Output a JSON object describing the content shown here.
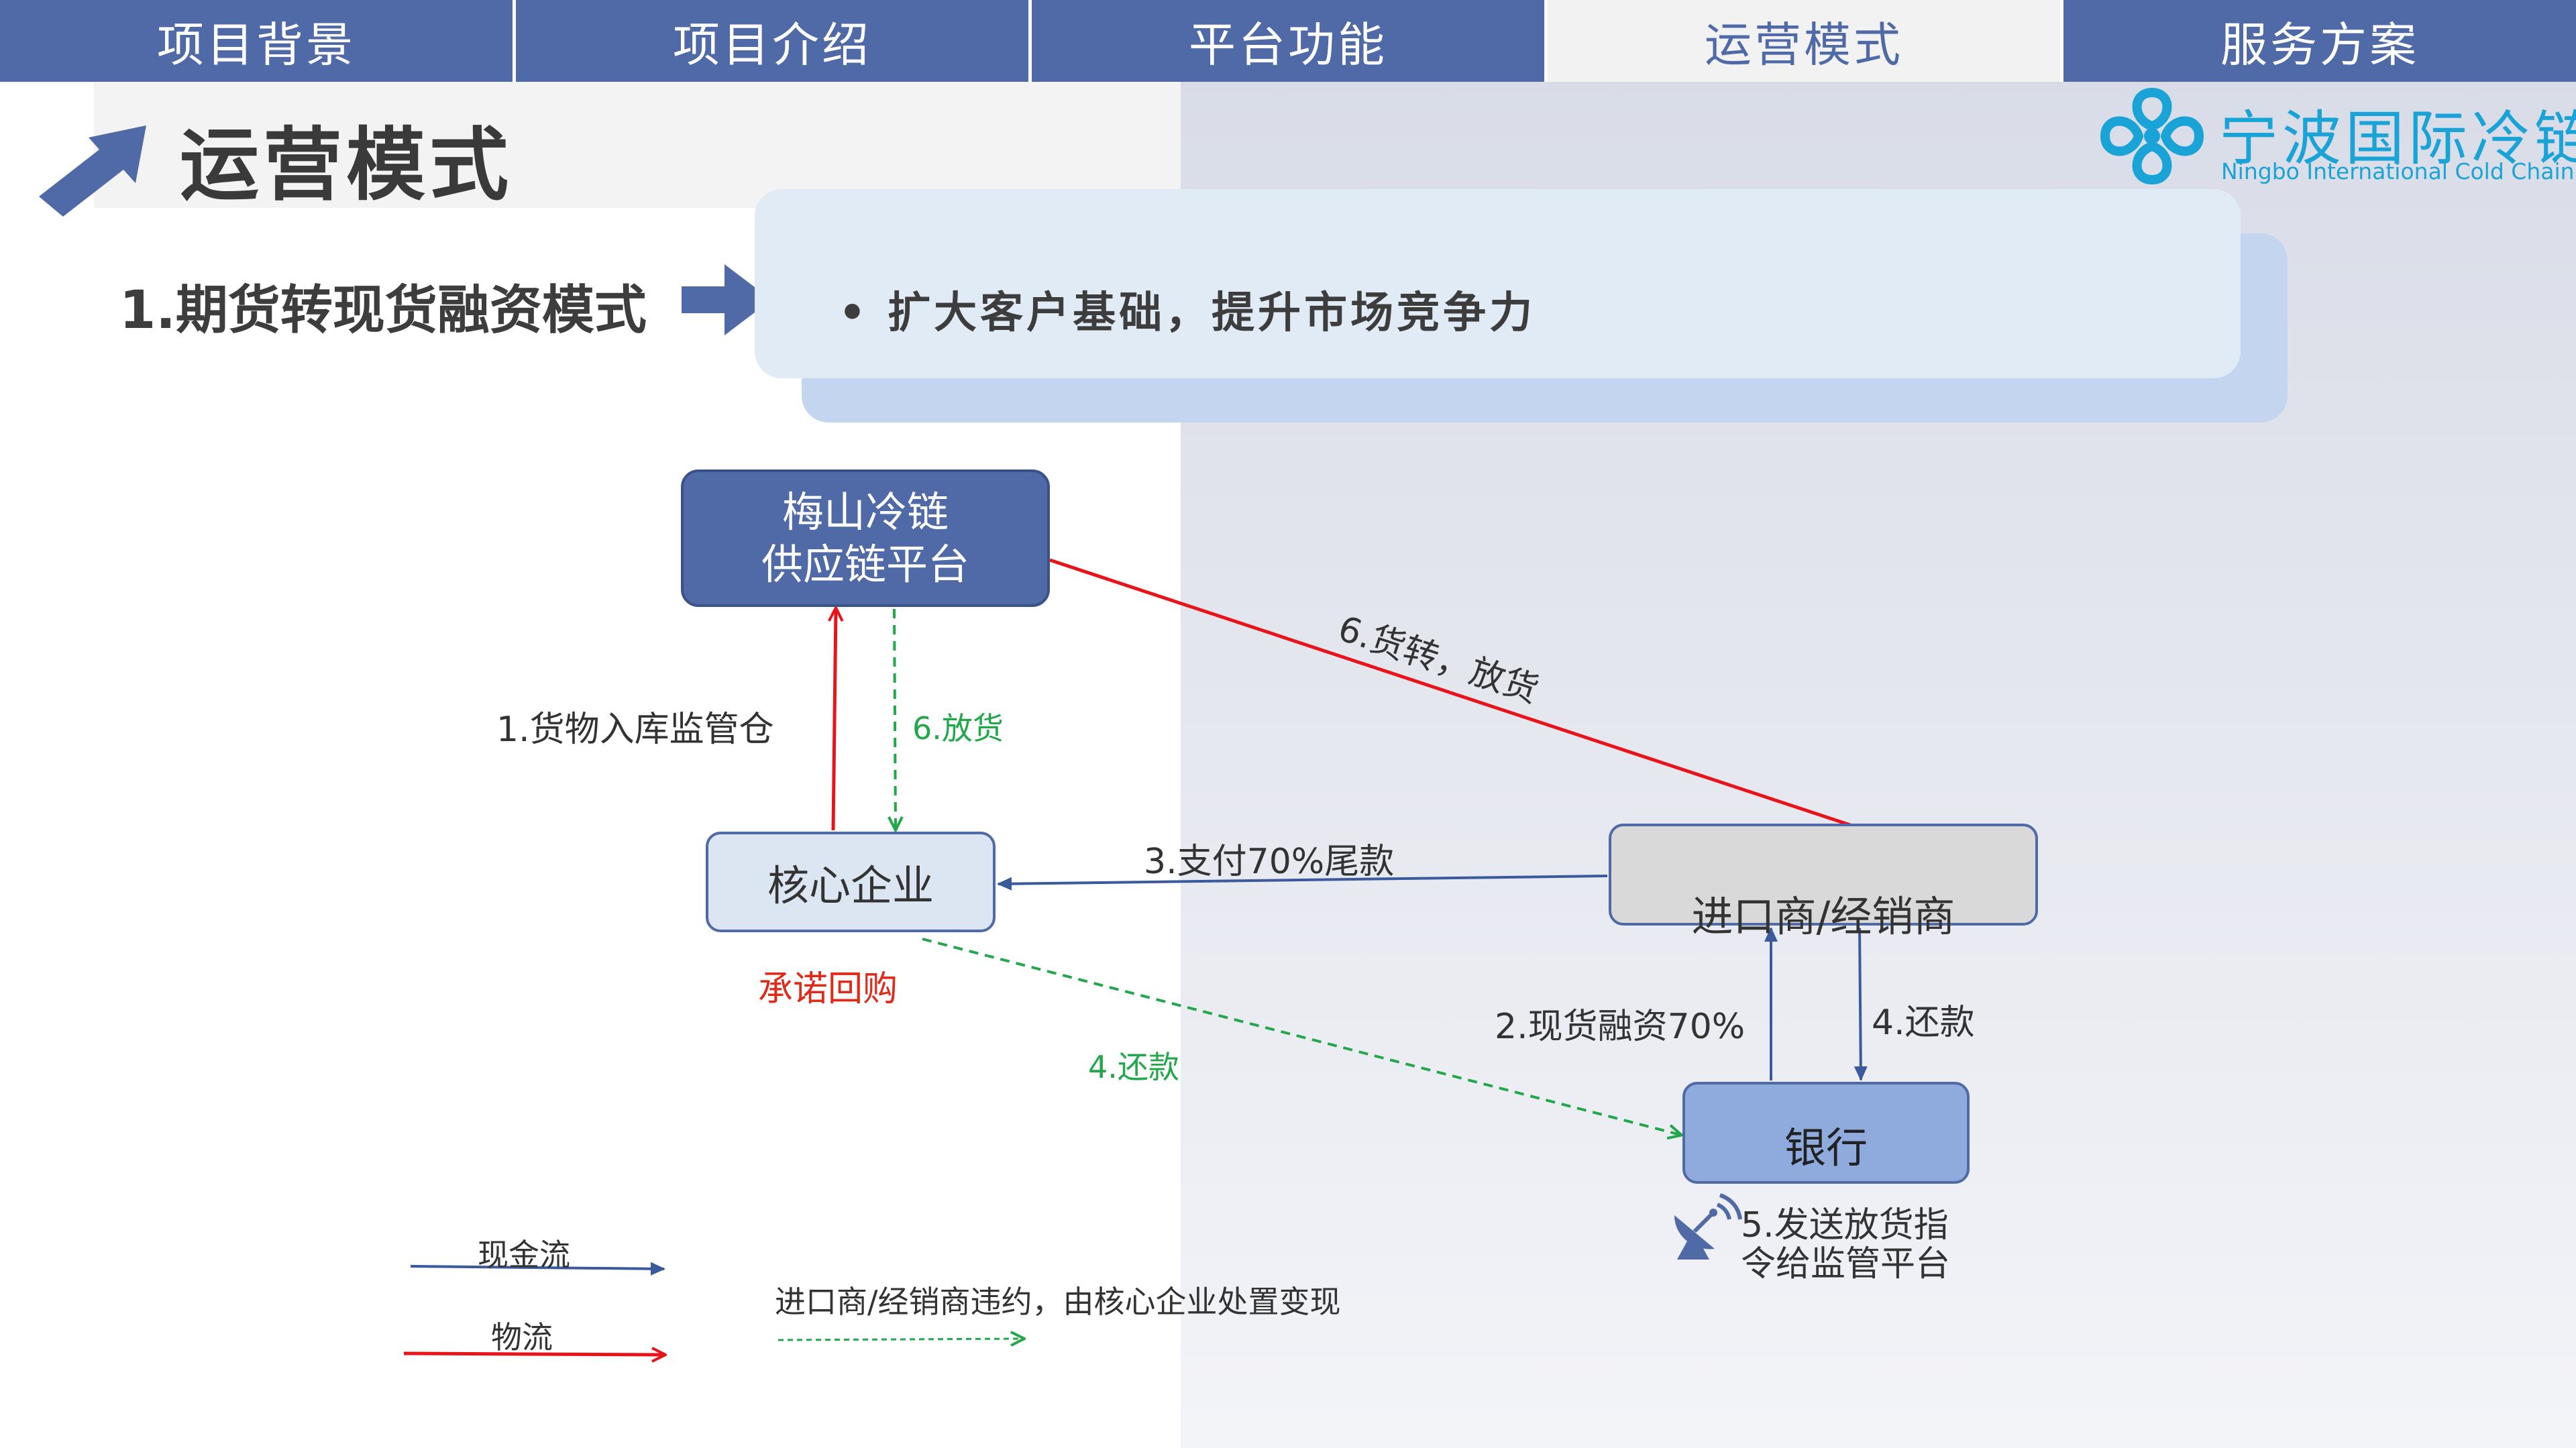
{
  "tabs": [
    {
      "label": "项目背景",
      "active": false
    },
    {
      "label": "项目介绍",
      "active": false
    },
    {
      "label": "平台功能",
      "active": false
    },
    {
      "label": "运营模式",
      "active": true
    },
    {
      "label": "服务方案",
      "active": false
    }
  ],
  "page": {
    "title": "运营模式",
    "mode_label": "1.期货转现货融资模式",
    "panel_text": "• 扩大客户基础，提升市场竞争力"
  },
  "logo": {
    "name_cn": "宁波国际冷链",
    "name_en": "Ningbo International Cold Chain"
  },
  "diagram": {
    "nodes": {
      "platform": "梅山冷链\n供应链平台",
      "core": "核心企业",
      "importer": "进口商/经销商",
      "bank": "银行"
    },
    "edges": {
      "goods_in": "1.货物入库监管仓",
      "release_green": "6.放货",
      "transfer_release": "6.货转，放货",
      "pay_balance": "3.支付70%尾款",
      "spot_finance": "2.现货融资70%",
      "repay_importer": "4.还款",
      "repay_core": "4.还款",
      "send_instruction": "5.发送放货指\n令给监管平台"
    },
    "notes": {
      "buyback": "承诺回购"
    },
    "legend": {
      "cash_flow": "现金流",
      "logistics": "物流",
      "default_text": "进口商/经销商违约，由核心企业处置变现"
    }
  },
  "colors": {
    "tab_bg": "#4f6aa6",
    "tab_active_bg": "#f2f2f2",
    "red_flow": "#e8141a",
    "blue_flow": "#3a5a9c",
    "green_flow": "#22a84a",
    "logo": "#1aa3d6"
  }
}
